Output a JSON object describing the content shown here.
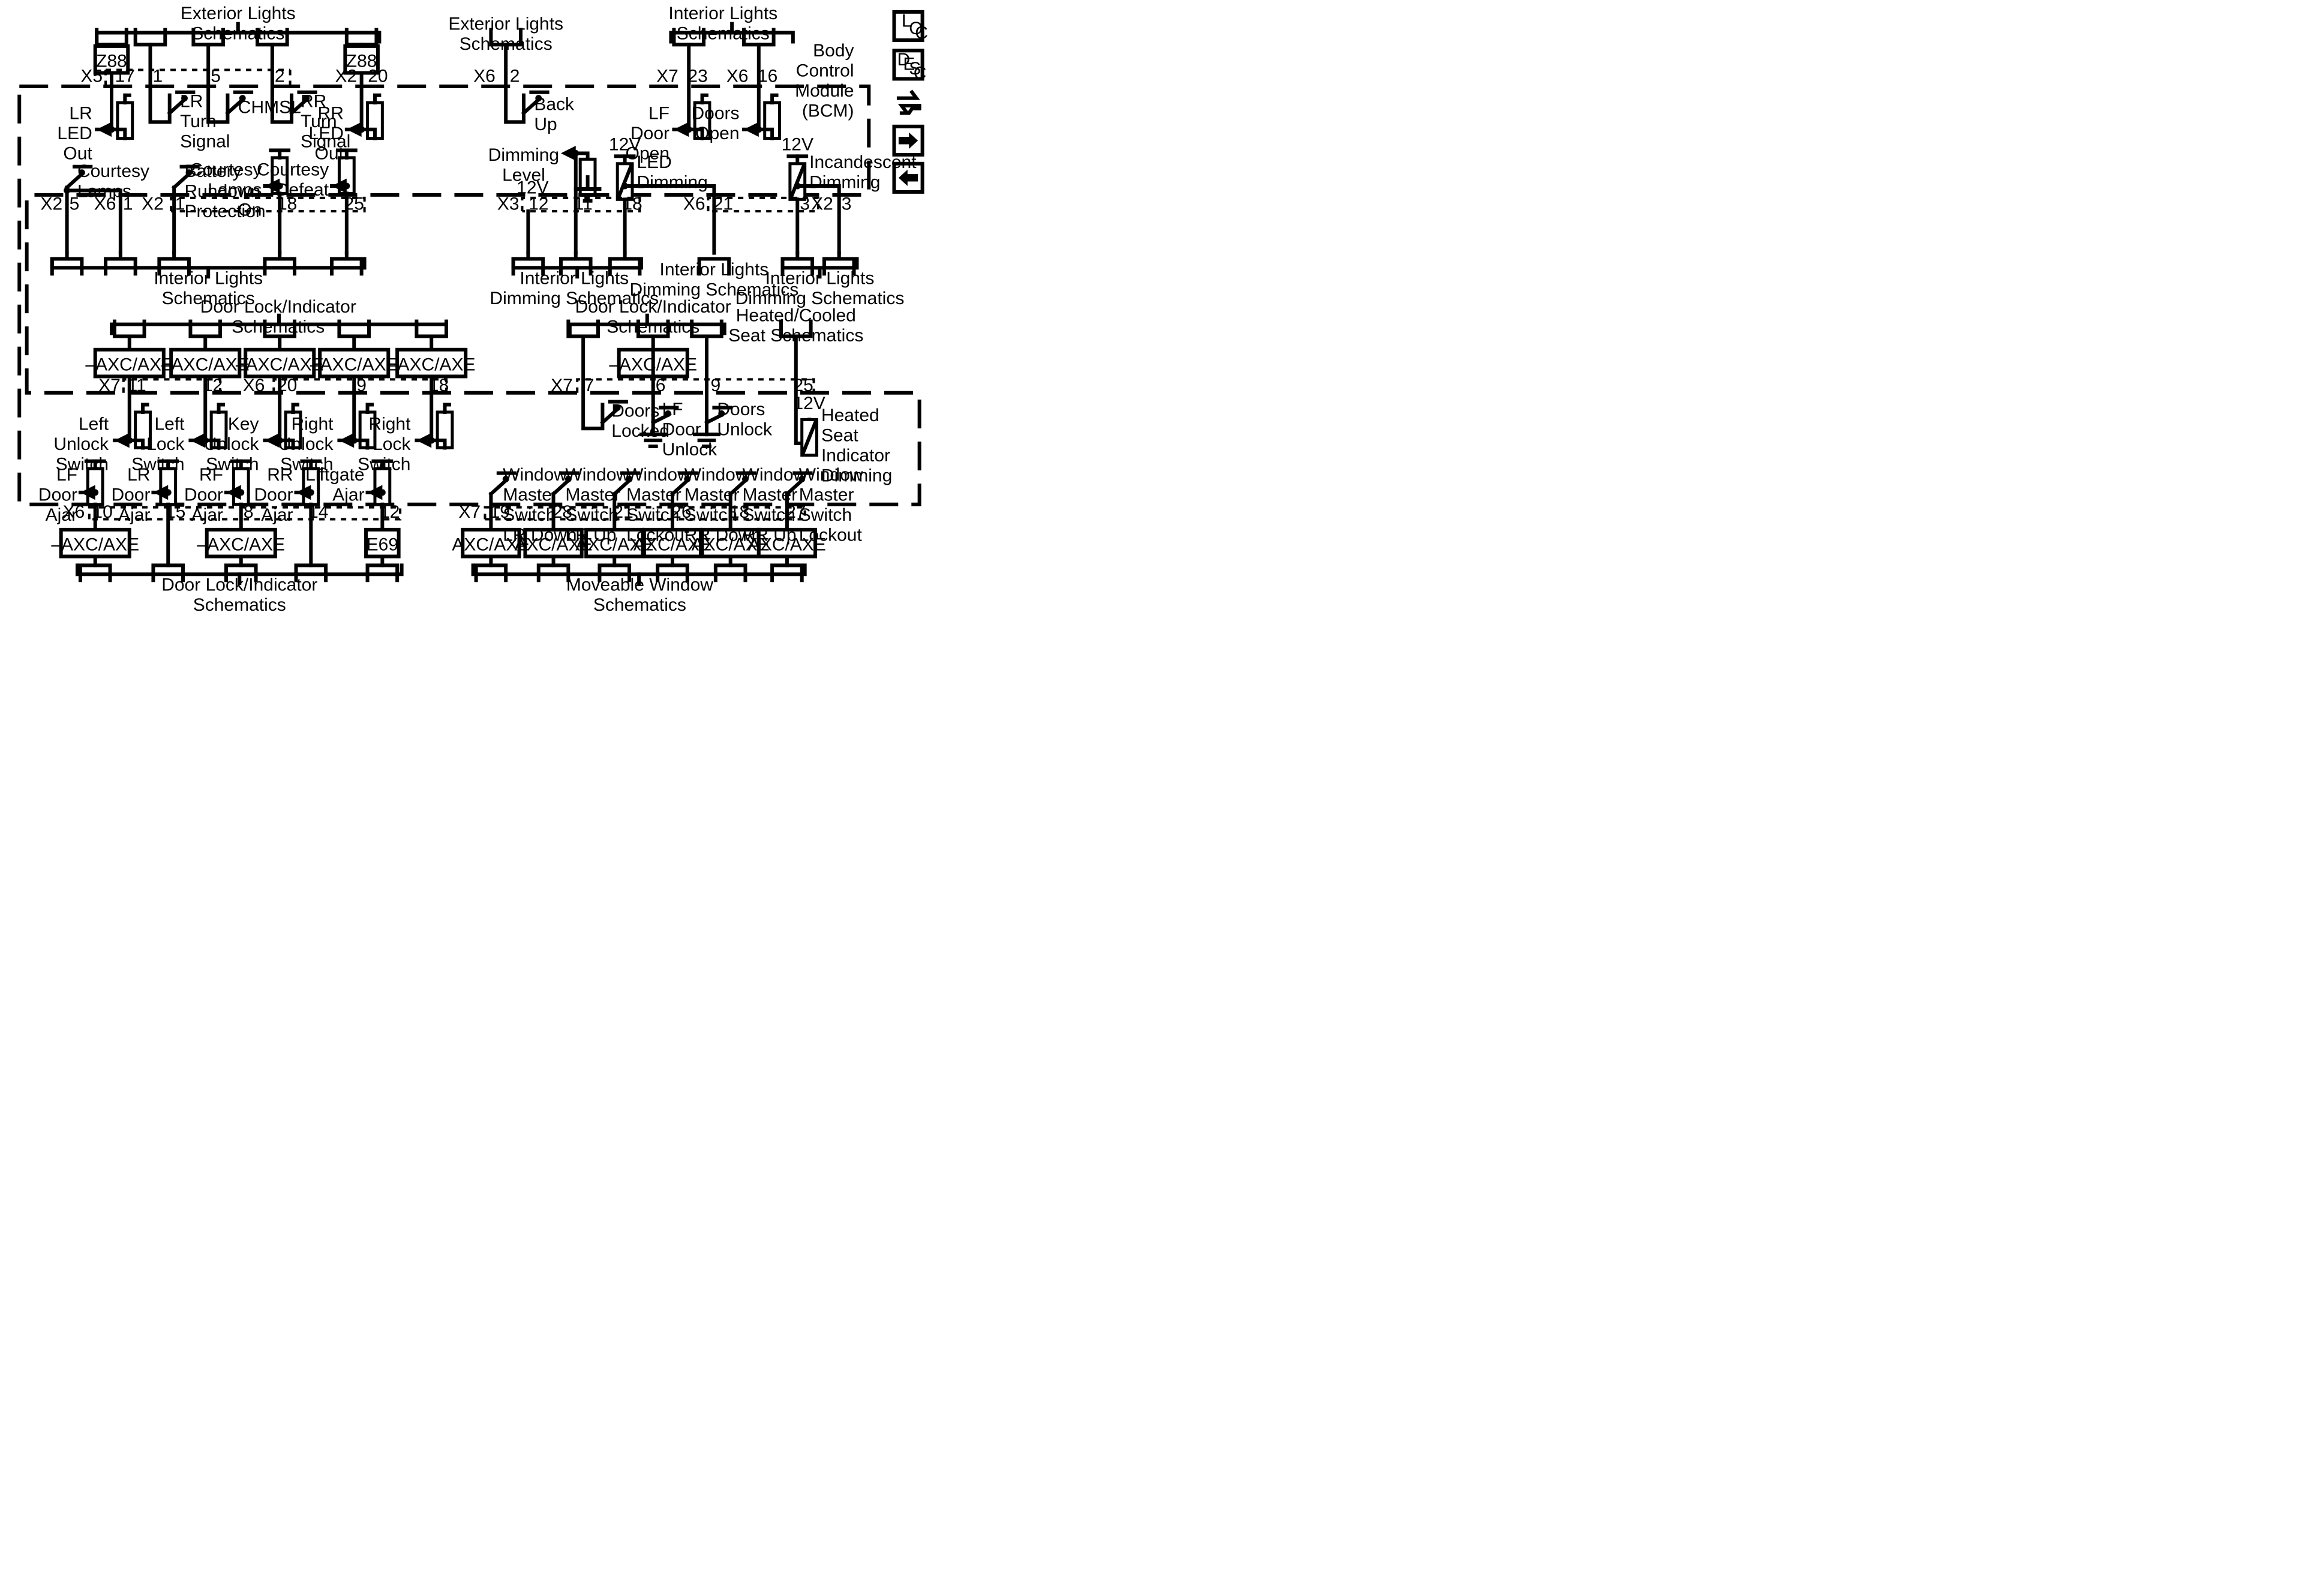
{
  "module": [
    "Body",
    "Control",
    "Module",
    "(BCM)"
  ],
  "side_icons": [
    {
      "name": "loc-icon",
      "letters": [
        "L",
        "O",
        "C"
      ]
    },
    {
      "name": "desc-icon",
      "letters": [
        "D",
        "E",
        "S",
        "C"
      ]
    },
    {
      "name": "connector-views-icon"
    },
    {
      "name": "next-page-icon"
    },
    {
      "name": "previous-page-icon"
    }
  ],
  "bus_labels": {
    "ext1": [
      "Exterior Lights",
      "Schematics"
    ],
    "ext2": [
      "Exterior Lights",
      "Schematics"
    ],
    "intTop": [
      "Interior Lights",
      "Schematics"
    ],
    "intLeft": [
      "Interior Lights",
      "Schematics"
    ],
    "dimA": [
      "Interior Lights",
      "Dimming Schematics"
    ],
    "dimB": [
      "Interior Lights",
      "Dimming Schematics"
    ],
    "dimC": [
      "Interior Lights",
      "Dimming Schematics"
    ],
    "dlTop": [
      "Door Lock/Indicator",
      "Schematics"
    ],
    "dlTopR": [
      "Door Lock/Indicator",
      "Schematics"
    ],
    "heated": [
      "Heated/Cooled",
      "Seat Schematics"
    ],
    "dlBot": [
      "Door Lock/Indicator",
      "Schematics"
    ],
    "window": [
      "Moveable Window",
      "Schematics"
    ]
  },
  "connectors": [
    "X5",
    "17",
    "1",
    "5",
    "2",
    "X2",
    "20",
    "X6",
    "2",
    "X7",
    "23",
    "X6",
    "16",
    "X2",
    "5",
    "X6",
    "1",
    "X2",
    "1",
    "18",
    "25",
    "X3",
    "12",
    "11",
    "18",
    "X6",
    "21",
    "3",
    "X2",
    "3",
    "X7",
    "11",
    "12",
    "X6",
    "20",
    "9",
    "18",
    "X7",
    "7",
    "6",
    "9",
    "25",
    "X6",
    "10",
    "15",
    "8",
    "14",
    "12",
    "X7",
    "19",
    "28",
    "21",
    "26",
    "18",
    "27"
  ],
  "options": [
    "Z88",
    "Z88",
    "–AXC/AXE",
    "E69",
    "AXC/AXE",
    "12V"
  ],
  "functions": {
    "lrLedOut": [
      "LR",
      "LED",
      "Out"
    ],
    "lrTurn": [
      "LR",
      "Turn",
      "Signal"
    ],
    "chmsl": [
      "CHMSL"
    ],
    "rrTurn": [
      "RR",
      "Turn",
      "Signal"
    ],
    "rrLedOut": [
      "RR",
      "LED",
      "Out"
    ],
    "backUp": [
      "Back",
      "Up"
    ],
    "lfDoorOpen": [
      "LF",
      "Door",
      "Open"
    ],
    "doorsOpen": [
      "Doors",
      "Open"
    ],
    "courtesyLamps": [
      "Courtesy",
      "Lamps"
    ],
    "battery": [
      "Battery",
      "Rundown",
      "Protection"
    ],
    "courtesyOn": [
      "Courtesy",
      "Lamps",
      "On"
    ],
    "courtesyDefeat": [
      "Courtesy",
      "Defeat"
    ],
    "dimmingLevel": [
      "Dimming",
      "Level"
    ],
    "ledDimming": [
      "LED",
      "Dimming"
    ],
    "incDimming": [
      "Incandescent",
      "Dimming"
    ],
    "leftUnlock": [
      "Left",
      "Unlock",
      "Switch"
    ],
    "leftLock": [
      "Left",
      "Lock",
      "Switch"
    ],
    "keyUnlock": [
      "Key",
      "Unlock",
      "Switch"
    ],
    "rightUnlock": [
      "Right",
      "Unlock",
      "Switch"
    ],
    "rightLock": [
      "Right",
      "Lock",
      "Switch"
    ],
    "doorsLocked": [
      "Doors",
      "Locked"
    ],
    "lfDoorUnlock": [
      "LF",
      "Door",
      "Unlock"
    ],
    "doorsUnlock": [
      "Doors",
      "Unlock"
    ],
    "heatedSeat": [
      "Heated",
      "Seat",
      "Indicator",
      "Dimming"
    ],
    "lfAjar": [
      "LF",
      "Door",
      "Ajar"
    ],
    "lrAjar": [
      "LR",
      "Door",
      "Ajar"
    ],
    "rfAjar": [
      "RF",
      "Door",
      "Ajar"
    ],
    "rrAjar": [
      "RR",
      "Door",
      "Ajar"
    ],
    "liftgateAjar": [
      "Liftgate",
      "Ajar"
    ],
    "winLrDown": [
      "Window",
      "Master",
      "Switch",
      "LR Down"
    ],
    "winLrUp": [
      "Window",
      "Master",
      "Switch",
      "LR Up"
    ],
    "winLockout1": [
      "Window",
      "Master",
      "Switch",
      "Lockout"
    ],
    "winRrDown": [
      "Window",
      "Master",
      "Switch",
      "RR Down"
    ],
    "winRrUp": [
      "Window",
      "Master",
      "Switch",
      "RR Up"
    ],
    "winLockout2": [
      "Window",
      "Master",
      "Switch",
      "Lockout"
    ]
  }
}
